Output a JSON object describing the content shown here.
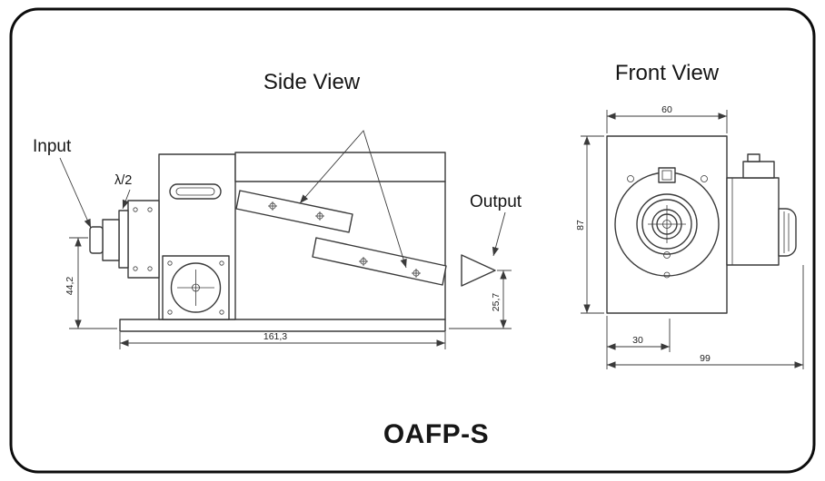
{
  "diagram": {
    "product_name": "OAFP-S",
    "side_view": {
      "title": "Side View",
      "labels": {
        "input": "Input",
        "waveplate": "λ/2",
        "output": "Output"
      },
      "dimensions": {
        "input_height": "44,2",
        "base_length": "161,3",
        "output_height": "25,7"
      }
    },
    "front_view": {
      "title": "Front View",
      "dimensions": {
        "width": "60",
        "height": "87",
        "axis_offset": "30",
        "depth": "99"
      }
    }
  },
  "colors": {
    "line": "#3a3a3a",
    "frame": "#0c0c0c",
    "background": "#ffffff"
  }
}
